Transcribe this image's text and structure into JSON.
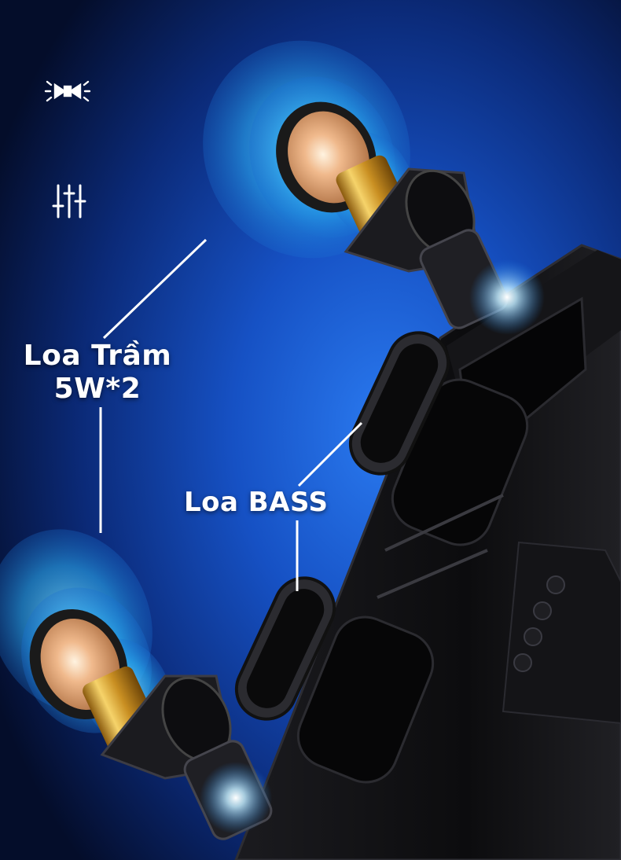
{
  "labels": {
    "treble_line1": "Loa Trầm",
    "treble_line2": "5W*2",
    "bass": "Loa BASS"
  },
  "icons": {
    "top": "stereo-speaker-icon",
    "bottom": "equalizer-sliders-icon"
  },
  "colors": {
    "background_dark": "#061235",
    "background_glow": "#1a5fd6",
    "sound_wave": "#2fb4f5",
    "speaker_body": "#141414",
    "magnet_gold": "#d6a42a",
    "label_text": "#ffffff"
  }
}
